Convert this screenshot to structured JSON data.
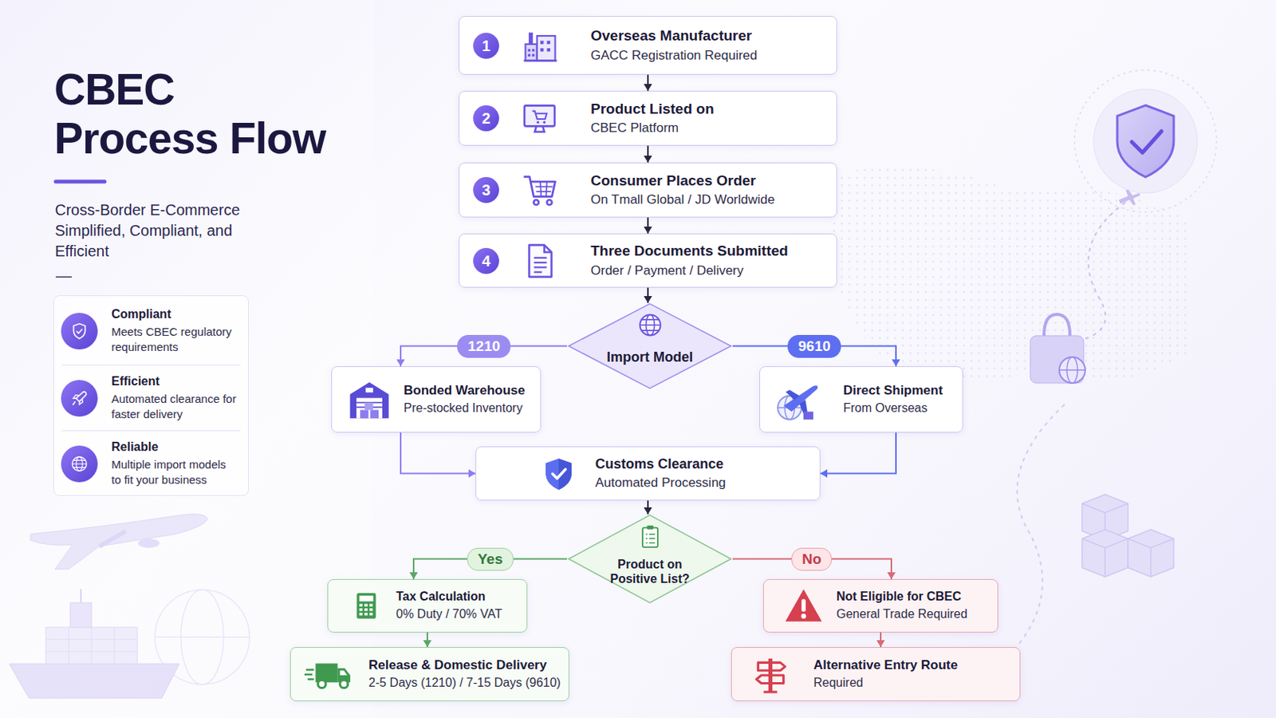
{
  "diagram": {
    "title": "CBEC Process Flow",
    "caption": "Cross-Border E-Commerce Simplified, Compliant, and Efficient",
    "nodes": [
      {
        "text": [
          "Compliant",
          "Meets CBEC regulatory requirements"
        ]
      },
      {
        "text": [
          "Efficient",
          "Automated clearance for faster delivery"
        ]
      },
      {
        "text": [
          "Reliable",
          "Multiple import models to fit your business"
        ]
      },
      {
        "text": [
          "Overseas Manufacturer",
          "GACC Registration Required"
        ]
      },
      {
        "text": [
          "Product Listed on",
          "CBEC Platform"
        ]
      },
      {
        "text": [
          "Consumer Places Order",
          "On Tmall Global / JD Worldwide"
        ]
      },
      {
        "text": [
          "Three Documents Submitted",
          "Order / Payment / Delivery"
        ]
      },
      {
        "text": [
          "Import Model"
        ]
      },
      {
        "text": [
          "Bonded Warehouse",
          "Pre-stocked Inventory"
        ]
      },
      {
        "text": [
          "Direct Shipment",
          "From Overseas"
        ]
      },
      {
        "text": [
          "Customs Clearance",
          "Automated Processing"
        ]
      },
      {
        "text": [
          "Product on Positive List?"
        ]
      },
      {
        "text": [
          "Tax Calculation",
          "0% Duty / 70% VAT"
        ]
      },
      {
        "text": [
          "Not Eligible for CBEC",
          "General Trade Required"
        ]
      },
      {
        "text": [
          "Release & Domestic Delivery",
          "2-5 Days (1210) / 7-15 Days (9610)"
        ]
      },
      {
        "text": [
          "Alternative Entry Route",
          "Required"
        ]
      }
    ],
    "edges": [
      {
        "from": 3,
        "to": 4,
        "arrow": "to"
      },
      {
        "from": 4,
        "to": 5,
        "arrow": "to"
      },
      {
        "from": 5,
        "to": 6,
        "arrow": "to"
      },
      {
        "from": 6,
        "to": 7,
        "arrow": "to"
      },
      {
        "from": 7,
        "to": 8,
        "label": "1210",
        "arrow": "to"
      },
      {
        "from": 7,
        "to": 9,
        "label": "9610",
        "arrow": "to"
      },
      {
        "from": 8,
        "to": 10,
        "arrow": "to"
      },
      {
        "from": 9,
        "to": 10,
        "arrow": "to"
      },
      {
        "from": 10,
        "to": 11,
        "arrow": "to"
      },
      {
        "from": 11,
        "to": 12,
        "label": "Yes",
        "arrow": "to"
      },
      {
        "from": 11,
        "to": 13,
        "label": "No",
        "arrow": "to"
      },
      {
        "from": 12,
        "to": 14,
        "arrow": "to"
      },
      {
        "from": 13,
        "to": 15,
        "arrow": "to"
      }
    ],
    "labels": [
      "1",
      "2",
      "3",
      "4"
    ]
  }
}
